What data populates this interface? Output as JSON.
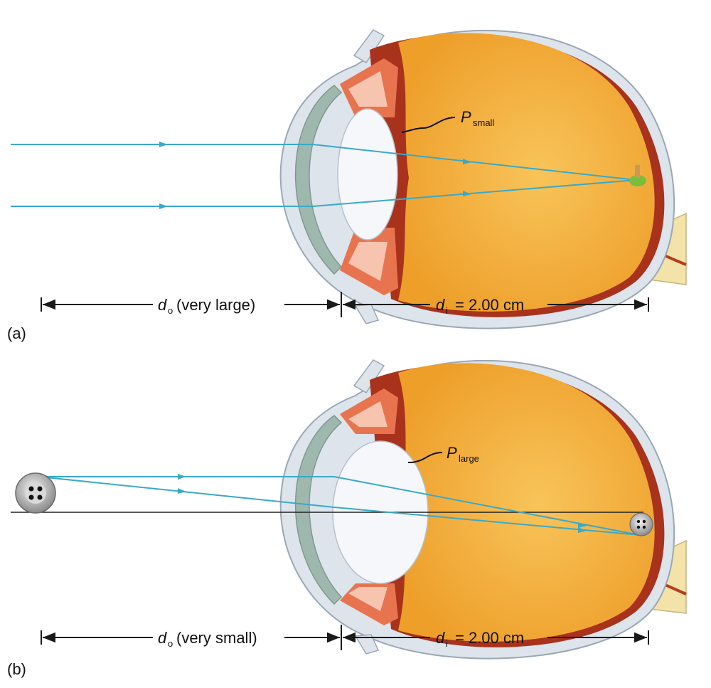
{
  "panels": [
    {
      "tag": "(a)",
      "power_symbol": "P",
      "power_subscript": "small",
      "object_label_symbol": "d",
      "object_label_subscript": "o",
      "object_label_text": "(very large)",
      "image_label_symbol": "d",
      "image_label_subscript": "i",
      "image_label_text": "= 2.00 cm"
    },
    {
      "tag": "(b)",
      "power_symbol": "P",
      "power_subscript": "large",
      "object_label_symbol": "d",
      "object_label_subscript": "o",
      "object_label_text": "(very small)",
      "image_label_symbol": "d",
      "image_label_subscript": "i",
      "image_label_text": "= 2.00 cm"
    }
  ],
  "colors": {
    "vitreous": "#f4b340",
    "sclera": "#dde4ec",
    "choroid": "#a8321c",
    "cornea": "#9fb8ad",
    "lens": "#f5f7fa",
    "ray": "#3aa9c8",
    "dimension": "#1a1a1a"
  }
}
